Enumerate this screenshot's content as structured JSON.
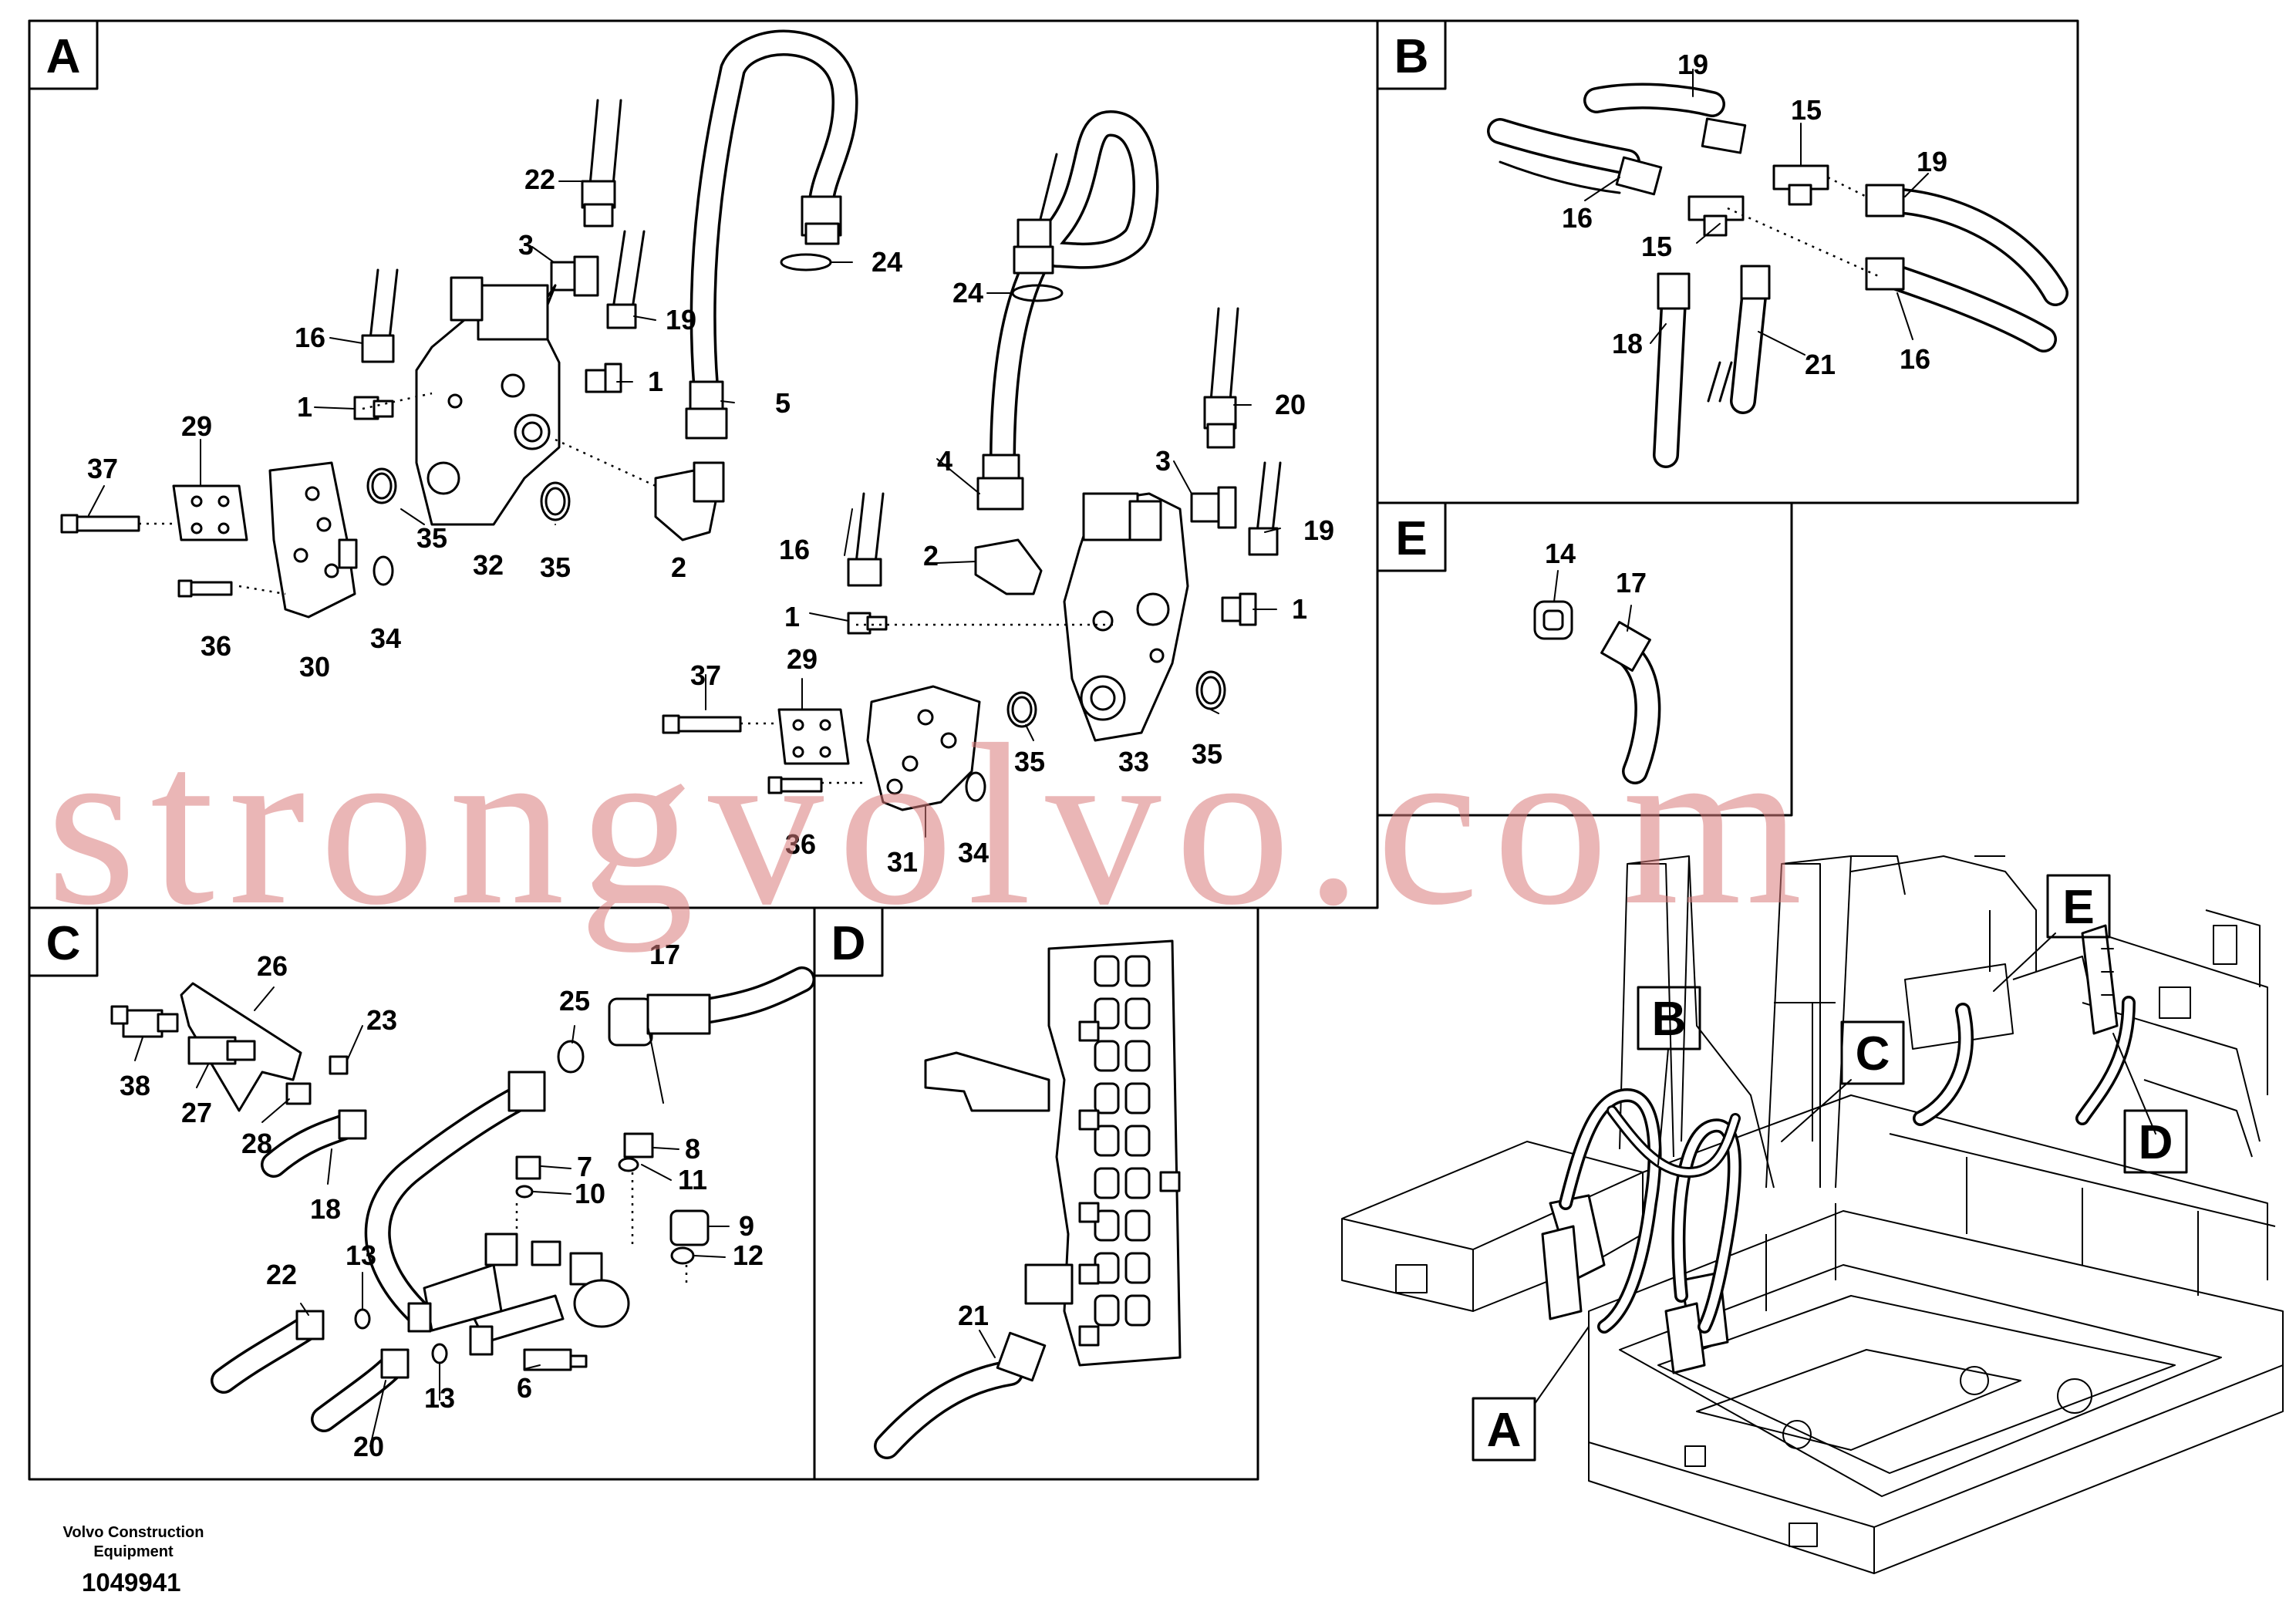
{
  "panels": {
    "A": {
      "letter": "A",
      "callouts": [
        "22",
        "3",
        "19",
        "16",
        "1",
        "1",
        "24",
        "5",
        "37",
        "29",
        "35",
        "32",
        "35",
        "2",
        "36",
        "30",
        "34",
        "24",
        "20",
        "4",
        "3",
        "19",
        "16",
        "2",
        "1",
        "1",
        "37",
        "29",
        "35",
        "33",
        "35",
        "36",
        "31",
        "34"
      ]
    },
    "B": {
      "letter": "B",
      "callouts": [
        "19",
        "15",
        "19",
        "16",
        "15",
        "16",
        "18",
        "21"
      ]
    },
    "E": {
      "letter": "E",
      "callouts": [
        "14",
        "17"
      ]
    },
    "C": {
      "letter": "C",
      "callouts": [
        "26",
        "23",
        "38",
        "27",
        "28",
        "18",
        "25",
        "17",
        "8",
        "7",
        "11",
        "10",
        "9",
        "12",
        "13",
        "22",
        "13",
        "20",
        "6"
      ]
    },
    "D": {
      "letter": "D",
      "callouts": [
        "21"
      ]
    }
  },
  "overview": {
    "labels": [
      "B",
      "C",
      "E",
      "D",
      "A"
    ]
  },
  "watermark": "strongvolvo.com",
  "footer": {
    "company": "Volvo Construction Equipment",
    "number": "1049941"
  },
  "colors": {
    "line": "#000000",
    "watermark": "#d87a7a",
    "background": "#ffffff"
  }
}
